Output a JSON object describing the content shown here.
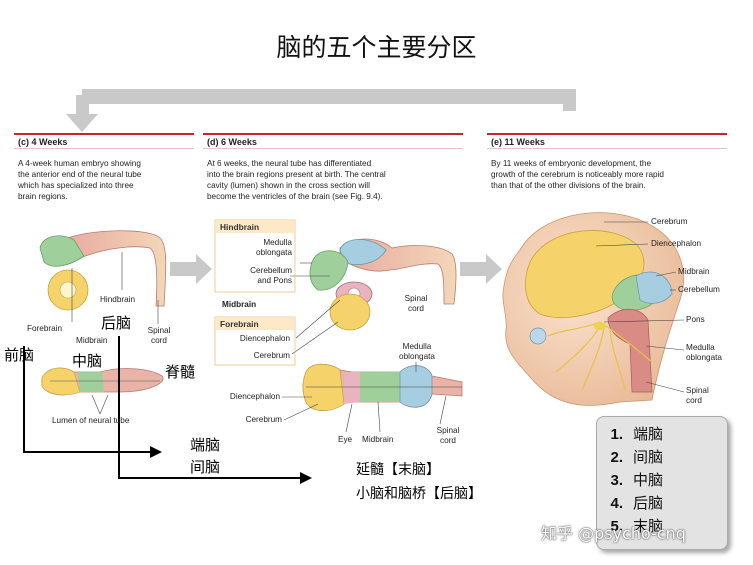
{
  "title": "脑的五个主要分区",
  "panels": [
    {
      "header": "(c) 4 Weeks",
      "desc": [
        "A 4-week human embryo showing",
        "the anterior end of the neural tube",
        "which has specialized into three",
        "brain regions."
      ]
    },
    {
      "header": "(d) 6 Weeks",
      "desc": [
        "At 6 weeks, the neural tube has differentiated",
        "into the brain regions present at birth. The central",
        "cavity (lumen) shown in the cross section will",
        "become the ventricles of the brain (see Fig. 9.4)."
      ]
    },
    {
      "header": "(e) 11 Weeks",
      "desc": [
        "By 11 weeks of embryonic development, the",
        "growth of the cerebrum is noticeably more rapid",
        "than that of the other divisions of the brain."
      ]
    }
  ],
  "labels_4w": {
    "forebrain": "Forebrain",
    "midbrain": "Midbrain",
    "hindbrain": "Hindbrain",
    "spinal": "Spinal",
    "cord": "cord",
    "lumen": "Lumen of neural tube"
  },
  "labels_6w": {
    "hindbrain_head": "Hindbrain",
    "medulla": "Medulla",
    "oblongata": "oblongata",
    "cerebellum": "Cerebellum",
    "and_pons": "and Pons",
    "midbrain": "Midbrain",
    "forebrain_head": "Forebrain",
    "diencephalon": "Diencephalon",
    "cerebrum": "Cerebrum",
    "spinal": "Spinal",
    "cord": "cord",
    "sec_medulla": "Medulla",
    "sec_oblongata": "oblongata",
    "sec_diencephalon": "Diencephalon",
    "sec_cerebrum": "Cerebrum",
    "sec_eye": "Eye",
    "sec_midbrain": "Midbrain",
    "sec_spinal": "Spinal",
    "sec_cord": "cord"
  },
  "labels_11w": {
    "cerebrum": "Cerebrum",
    "diencephalon": "Diencephalon",
    "midbrain": "Midbrain",
    "cerebellum": "Cerebellum",
    "pons": "Pons",
    "medulla": "Medulla",
    "oblongata": "oblongata",
    "spinal": "Spinal",
    "cord": "cord"
  },
  "annotations_cn": {
    "qiannao": "前脑",
    "zhongnao": "中脑",
    "hounao": "后脑",
    "jisui": "脊髓",
    "duannao": "端脑",
    "jiannao": "间脑",
    "yansui": "延髓【末脑】",
    "xiaonao": "小脑和脑桥【后脑】"
  },
  "legend": [
    {
      "num": "1.",
      "text": "端脑"
    },
    {
      "num": "2.",
      "text": "间脑"
    },
    {
      "num": "3.",
      "text": "中脑"
    },
    {
      "num": "4.",
      "text": "后脑"
    },
    {
      "num": "5.",
      "text": "末脑"
    }
  ],
  "watermark": "知乎 @psycho-cnq",
  "colors": {
    "forebrain": "#f5d36a",
    "midbrain": "#9fcf9a",
    "hindbrain": "#e9b3a8",
    "medulla": "#d98b86",
    "cerebellum": "#a6cde0",
    "arrow": "#c9c9c9",
    "header_bar": "#c4262e"
  }
}
